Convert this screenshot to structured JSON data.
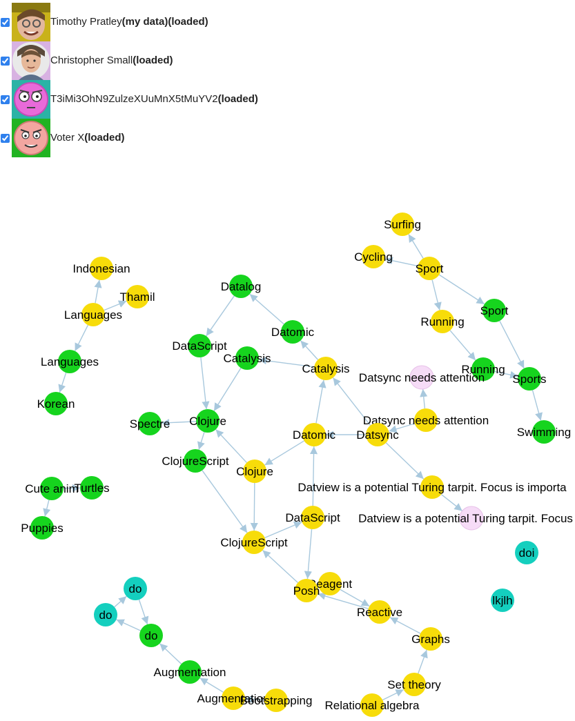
{
  "users": [
    {
      "name": "Timothy Pratley",
      "suffix": "(my data)",
      "status": "(loaded)",
      "checked": true,
      "avatar": "timothy-photo"
    },
    {
      "name": "Christopher Small",
      "suffix": "",
      "status": "(loaded)",
      "checked": true,
      "avatar": "christopher-photo"
    },
    {
      "name": "T3iMi3OhN9ZulzeXUuMnX5tMuYV2",
      "suffix": "",
      "status": "(loaded)",
      "checked": true,
      "avatar": "pink-robot-face"
    },
    {
      "name": "Voter X",
      "suffix": "",
      "status": "(loaded)",
      "checked": true,
      "avatar": "angry-pink-face"
    }
  ],
  "colors": {
    "yellow": "#f7dc0a",
    "green": "#16d41e",
    "teal": "#14cfbe",
    "pink": "#f6dcf7",
    "edge": "#a8c8dd"
  },
  "nodes": [
    {
      "id": "surfing",
      "label": "Surfing",
      "color": "yellow"
    },
    {
      "id": "cycling",
      "label": "Cycling",
      "color": "yellow"
    },
    {
      "id": "sport-y",
      "label": "Sport",
      "color": "yellow"
    },
    {
      "id": "sport-g",
      "label": "Sport",
      "color": "green"
    },
    {
      "id": "running-y",
      "label": "Running",
      "color": "yellow"
    },
    {
      "id": "running-g",
      "label": "Running",
      "color": "green"
    },
    {
      "id": "sports",
      "label": "Sports",
      "color": "green"
    },
    {
      "id": "swimming",
      "label": "Swimming",
      "color": "green"
    },
    {
      "id": "indonesian",
      "label": "Indonesian",
      "color": "yellow"
    },
    {
      "id": "thamil",
      "label": "Thamil",
      "color": "yellow"
    },
    {
      "id": "languages-y",
      "label": "Languages",
      "color": "yellow"
    },
    {
      "id": "languages-g",
      "label": "Languages",
      "color": "green"
    },
    {
      "id": "korean",
      "label": "Korean",
      "color": "green"
    },
    {
      "id": "datalog",
      "label": "Datalog",
      "color": "green"
    },
    {
      "id": "datomic-g",
      "label": "Datomic",
      "color": "green"
    },
    {
      "id": "datascript-g",
      "label": "DataScript",
      "color": "green"
    },
    {
      "id": "catalysis-g",
      "label": "Catalysis",
      "color": "green"
    },
    {
      "id": "catalysis-y",
      "label": "Catalysis",
      "color": "yellow"
    },
    {
      "id": "datsync-attn-p",
      "label": "Datsync needs attention",
      "color": "pink"
    },
    {
      "id": "datsync-attn-y",
      "label": "Datsync needs attention",
      "color": "yellow"
    },
    {
      "id": "spectre",
      "label": "Spectre",
      "color": "green"
    },
    {
      "id": "clojure-g",
      "label": "Clojure",
      "color": "green"
    },
    {
      "id": "datomic-y",
      "label": "Datomic",
      "color": "yellow"
    },
    {
      "id": "datsync",
      "label": "Datsync",
      "color": "yellow"
    },
    {
      "id": "clojurescript-g",
      "label": "ClojureScript",
      "color": "green"
    },
    {
      "id": "clojure-y",
      "label": "Clojure",
      "color": "yellow"
    },
    {
      "id": "datview-y",
      "label": "Datview is a potential Turing tarpit. Focus is importa",
      "color": "yellow"
    },
    {
      "id": "cute",
      "label": "Cute anim",
      "color": "green"
    },
    {
      "id": "turtles",
      "label": "Turtles",
      "color": "green"
    },
    {
      "id": "puppies",
      "label": "Puppies",
      "color": "green"
    },
    {
      "id": "datascript-y",
      "label": "DataScript",
      "color": "yellow"
    },
    {
      "id": "datview-p",
      "label": "Datview is a potential Turing tarpit. Focus is",
      "color": "pink"
    },
    {
      "id": "clojurescript-y",
      "label": "ClojureScript",
      "color": "yellow"
    },
    {
      "id": "doi",
      "label": "doi",
      "color": "teal"
    },
    {
      "id": "reagent",
      "label": "Reagent",
      "color": "yellow"
    },
    {
      "id": "posh",
      "label": "Posh",
      "color": "yellow"
    },
    {
      "id": "lkjlh",
      "label": "lkjlh",
      "color": "teal"
    },
    {
      "id": "reactive",
      "label": "Reactive",
      "color": "yellow"
    },
    {
      "id": "do-top",
      "label": "do",
      "color": "teal"
    },
    {
      "id": "do-left",
      "label": "do",
      "color": "teal"
    },
    {
      "id": "do-green",
      "label": "do",
      "color": "green"
    },
    {
      "id": "graphs",
      "label": "Graphs",
      "color": "yellow"
    },
    {
      "id": "augmentation-g",
      "label": "Augmentation",
      "color": "green"
    },
    {
      "id": "set-theory",
      "label": "Set theory",
      "color": "yellow"
    },
    {
      "id": "augmentation-y",
      "label": "Augmentation",
      "color": "yellow"
    },
    {
      "id": "bootstrapping",
      "label": "Bootstrapping",
      "color": "yellow"
    },
    {
      "id": "relational-algebra",
      "label": "Relational algebra",
      "color": "yellow"
    }
  ],
  "edges": [
    [
      "sport-y",
      "surfing"
    ],
    [
      "sport-y",
      "cycling"
    ],
    [
      "sport-y",
      "running-y"
    ],
    [
      "sport-y",
      "sport-g"
    ],
    [
      "running-y",
      "running-g"
    ],
    [
      "running-g",
      "sports"
    ],
    [
      "sport-g",
      "sports"
    ],
    [
      "sports",
      "swimming"
    ],
    [
      "languages-y",
      "indonesian"
    ],
    [
      "languages-y",
      "thamil"
    ],
    [
      "languages-y",
      "languages-g"
    ],
    [
      "languages-g",
      "korean"
    ],
    [
      "datomic-g",
      "datalog"
    ],
    [
      "datalog",
      "datascript-g"
    ],
    [
      "datascript-g",
      "clojure-g"
    ],
    [
      "catalysis-y",
      "catalysis-g"
    ],
    [
      "catalysis-g",
      "clojure-g"
    ],
    [
      "clojure-g",
      "spectre"
    ],
    [
      "clojure-g",
      "clojurescript-g"
    ],
    [
      "catalysis-y",
      "datomic-g"
    ],
    [
      "datomic-y",
      "catalysis-y"
    ],
    [
      "datsync",
      "datomic-y"
    ],
    [
      "datsync-attn-y",
      "datsync-attn-p"
    ],
    [
      "datsync-attn-y",
      "datsync"
    ],
    [
      "datsync",
      "catalysis-y"
    ],
    [
      "datsync",
      "datview-y"
    ],
    [
      "datview-y",
      "datview-p"
    ],
    [
      "datomic-y",
      "clojure-y"
    ],
    [
      "clojure-y",
      "clojure-g"
    ],
    [
      "clojure-y",
      "clojurescript-y"
    ],
    [
      "clojurescript-g",
      "clojurescript-y"
    ],
    [
      "clojurescript-y",
      "datascript-y"
    ],
    [
      "datascript-y",
      "datomic-y"
    ],
    [
      "datascript-y",
      "posh"
    ],
    [
      "posh",
      "reagent"
    ],
    [
      "posh",
      "clojurescript-y"
    ],
    [
      "reagent",
      "reactive"
    ],
    [
      "reactive",
      "posh"
    ],
    [
      "graphs",
      "reactive"
    ],
    [
      "set-theory",
      "graphs"
    ],
    [
      "relational-algebra",
      "set-theory"
    ],
    [
      "bootstrapping",
      "augmentation-y"
    ],
    [
      "augmentation-y",
      "augmentation-g"
    ],
    [
      "augmentation-g",
      "do-green"
    ],
    [
      "do-green",
      "do-left"
    ],
    [
      "do-left",
      "do-top"
    ],
    [
      "do-top",
      "do-green"
    ],
    [
      "cute",
      "turtles"
    ],
    [
      "cute",
      "puppies"
    ]
  ]
}
